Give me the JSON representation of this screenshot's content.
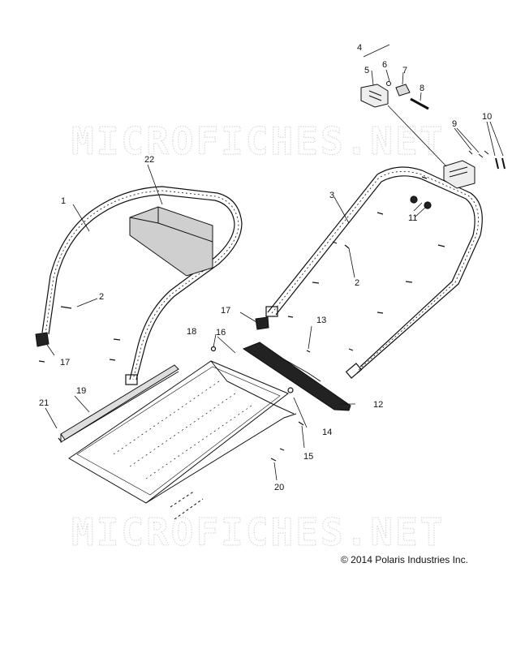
{
  "watermark": "MICROFICHES.NET",
  "copyright": "© 2014 Polaris Industries Inc.",
  "callouts": {
    "c1": "1",
    "c2a": "2",
    "c2b": "2",
    "c3": "3",
    "c4": "4",
    "c5": "5",
    "c6": "6",
    "c7": "7",
    "c8": "8",
    "c9": "9",
    "c10": "10",
    "c11": "11",
    "c12": "12",
    "c13": "13",
    "c14": "14",
    "c15": "15",
    "c16": "16",
    "c17a": "17",
    "c17b": "17",
    "c18": "18",
    "c19": "19",
    "c20": "20",
    "c21": "21",
    "c22": "22"
  }
}
